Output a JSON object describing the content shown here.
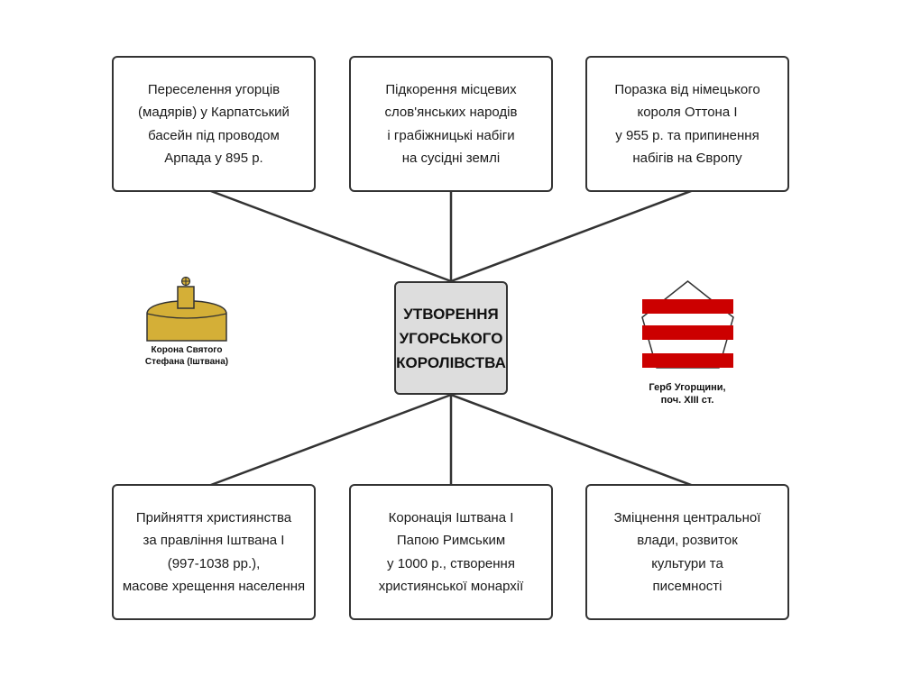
{
  "center": {
    "lines": [
      "УТВОРЕННЯ",
      "УГОРСЬКОГО",
      "КОРОЛІВСТВА"
    ]
  },
  "boxes": [
    {
      "lines": [
        "Переселення угорців",
        "(мадярів) у Карпатський",
        "басейн під проводом",
        "Арпада у 895 р."
      ]
    },
    {
      "lines": [
        "Підкорення місцевих",
        "слов'янських народів",
        "і грабіжницькі набіги",
        "на сусідні землі"
      ]
    },
    {
      "lines": [
        "Поразка від німецького",
        "короля Оттона І",
        "у 955 р. та припинення",
        "набігів на Європу"
      ]
    },
    {
      "lines": [
        "Прийняття християнства",
        "за правління Іштвана І",
        "(997-1038 рр.),",
        "масове хрещення населення"
      ]
    },
    {
      "lines": [
        "Коронація Іштвана І",
        "Папою Римським",
        "у 1000 р., створення",
        "християнської монархії"
      ]
    },
    {
      "lines": [
        "Зміцнення центральної",
        "влади, розвиток",
        "культури та",
        "писемності"
      ]
    }
  ],
  "crown": {
    "caption": [
      "Корона Святого",
      "Стефана (Іштвана)"
    ],
    "color": "#d4af37"
  },
  "coat_of_arms": {
    "caption": [
      "Герб Угорщини,",
      "поч. XIII ст."
    ],
    "stripe_color": "#cc0000"
  }
}
